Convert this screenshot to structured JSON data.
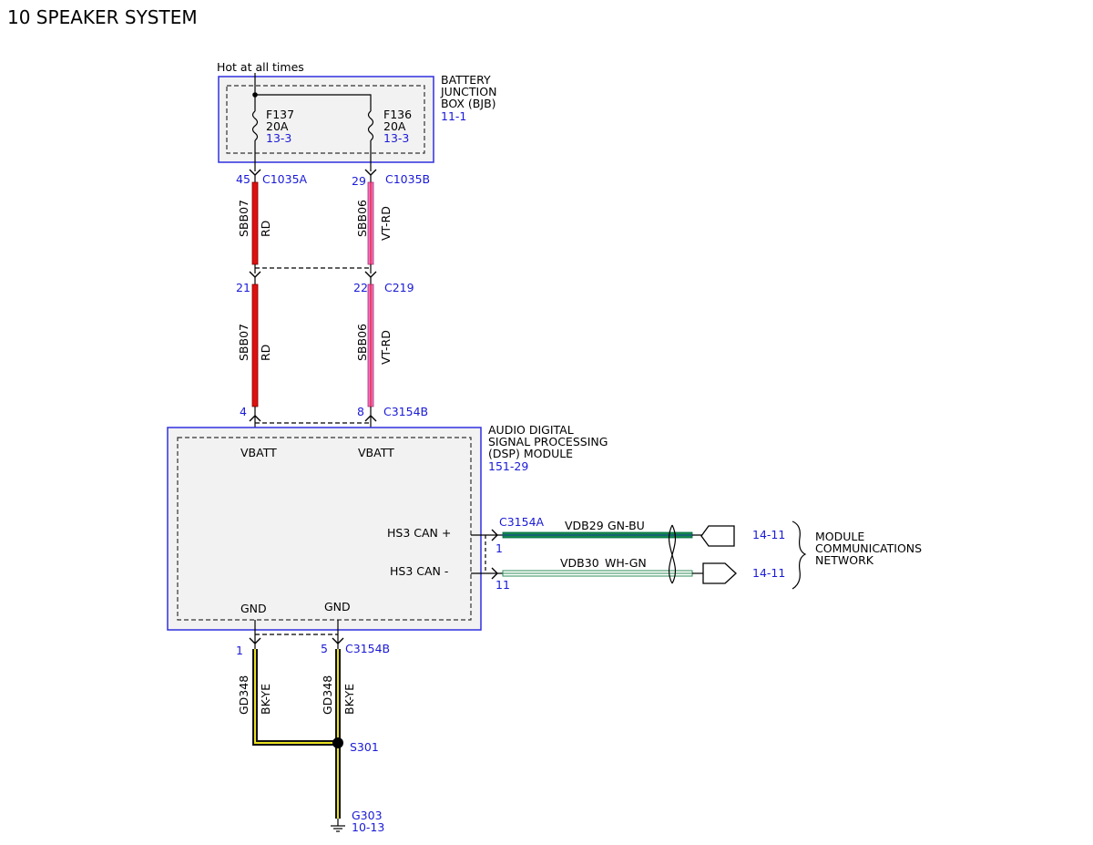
{
  "title": "10 SPEAKER SYSTEM",
  "hot_label": "Hot at all times",
  "bjb": {
    "name_lines": [
      "BATTERY",
      "JUNCTION",
      "BOX (BJB)"
    ],
    "ref": "11-1"
  },
  "fuses": [
    {
      "id": "F137",
      "rating": "20A",
      "ref": "13-3"
    },
    {
      "id": "F136",
      "rating": "20A",
      "ref": "13-3"
    }
  ],
  "connectors": {
    "c1035a": {
      "pin": "45",
      "name": "C1035A"
    },
    "c1035b": {
      "pin": "29",
      "name": "C1035B"
    },
    "c219_left": {
      "pin": "21"
    },
    "c219_right": {
      "pin": "22",
      "name": "C219"
    },
    "c3154b_top_left": {
      "pin": "4"
    },
    "c3154b_top_right": {
      "pin": "8",
      "name": "C3154B"
    },
    "c3154a": {
      "name": "C3154A",
      "pin_plus": "1",
      "pin_minus": "11"
    },
    "c3154b_bottom_left": {
      "pin": "1"
    },
    "c3154b_bottom_right": {
      "pin": "5",
      "name": "C3154B"
    }
  },
  "wires": {
    "sbb07_upper": {
      "circuit": "SBB07",
      "color": "RD"
    },
    "sbb06_upper": {
      "circuit": "SBB06",
      "color": "VT-RD"
    },
    "sbb07_lower": {
      "circuit": "SBB07",
      "color": "RD"
    },
    "sbb06_lower": {
      "circuit": "SBB06",
      "color": "VT-RD"
    },
    "gd348_left": {
      "circuit": "GD348",
      "color": "BK-YE"
    },
    "gd348_right": {
      "circuit": "GD348",
      "color": "BK-YE"
    },
    "vdb29": {
      "circuit": "VDB29",
      "color": "GN-BU"
    },
    "vdb30": {
      "circuit": "VDB30",
      "color": "WH-GN"
    }
  },
  "dsp": {
    "name_lines": [
      "AUDIO DIGITAL",
      "SIGNAL PROCESSING",
      "(DSP) MODULE"
    ],
    "ref": "151-29",
    "vbatt_left": "VBATT",
    "vbatt_right": "VBATT",
    "can_plus": "HS3 CAN +",
    "can_minus": "HS3 CAN -",
    "gnd_left": "GND",
    "gnd_right": "GND"
  },
  "network": {
    "ref_plus": "14-11",
    "ref_minus": "14-11",
    "name_lines": [
      "MODULE",
      "COMMUNICATIONS",
      "NETWORK"
    ]
  },
  "splice": {
    "name": "S301"
  },
  "ground": {
    "name": "G303",
    "ref": "10-13"
  },
  "colors": {
    "link_blue": "#1a1ad8",
    "box_blue": "#3030e0",
    "wire_red": "#e01010",
    "wire_violet_red": "#f070c0",
    "wire_yellow": "#e8e020",
    "wire_green_blue": "#138a4a",
    "wire_white_green": "#2e8b57"
  }
}
